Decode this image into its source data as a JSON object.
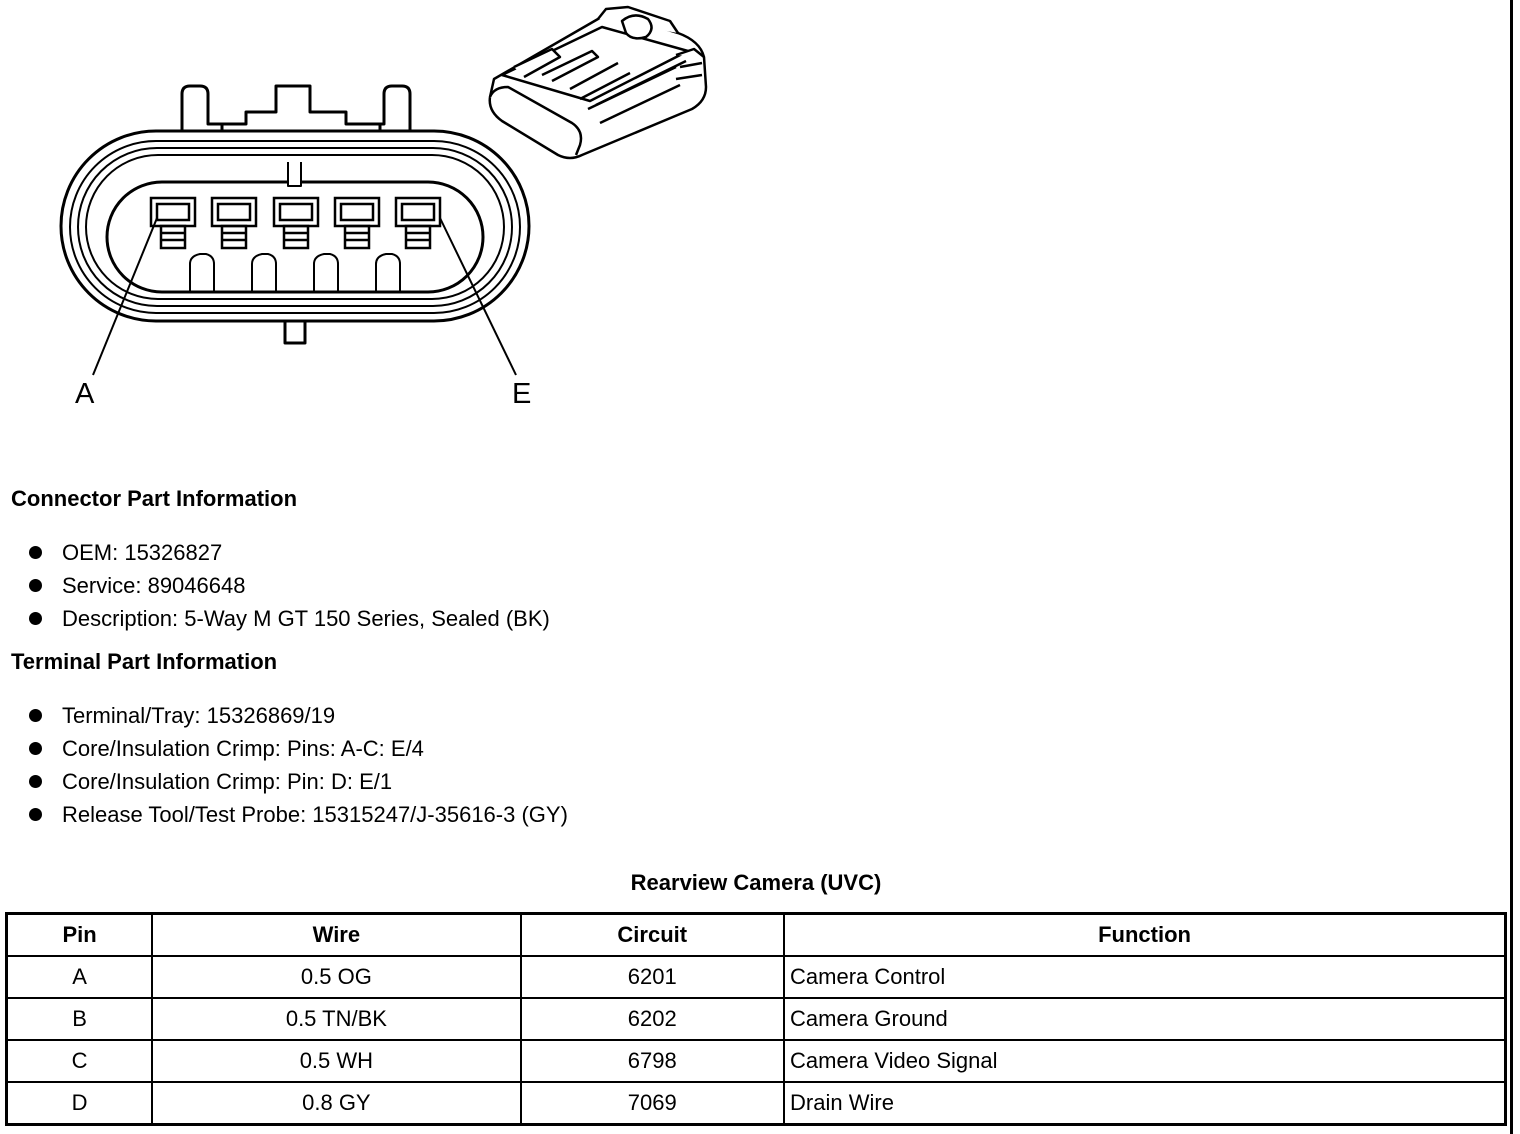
{
  "diagram": {
    "pin_callouts": [
      "A",
      "E"
    ]
  },
  "connector_info": {
    "heading": "Connector Part Information",
    "items": [
      "OEM: 15326827",
      "Service: 89046648",
      "Description: 5-Way M GT 150 Series, Sealed (BK)"
    ]
  },
  "terminal_info": {
    "heading": "Terminal Part Information",
    "items": [
      "Terminal/Tray: 15326869/19",
      "Core/Insulation Crimp: Pins: A-C: E/4",
      "Core/Insulation Crimp: Pin: D: E/1",
      "Release Tool/Test Probe: 15315247/J-35616-3 (GY)"
    ]
  },
  "pin_table": {
    "caption": "Rearview Camera (UVC)",
    "headers": [
      "Pin",
      "Wire",
      "Circuit",
      "Function"
    ],
    "rows": [
      [
        "A",
        "0.5 OG",
        "6201",
        "Camera Control"
      ],
      [
        "B",
        "0.5 TN/BK",
        "6202",
        "Camera Ground"
      ],
      [
        "C",
        "0.5 WH",
        "6798",
        "Camera Video Signal"
      ],
      [
        "D",
        "0.8 GY",
        "7069",
        "Drain Wire"
      ]
    ]
  }
}
